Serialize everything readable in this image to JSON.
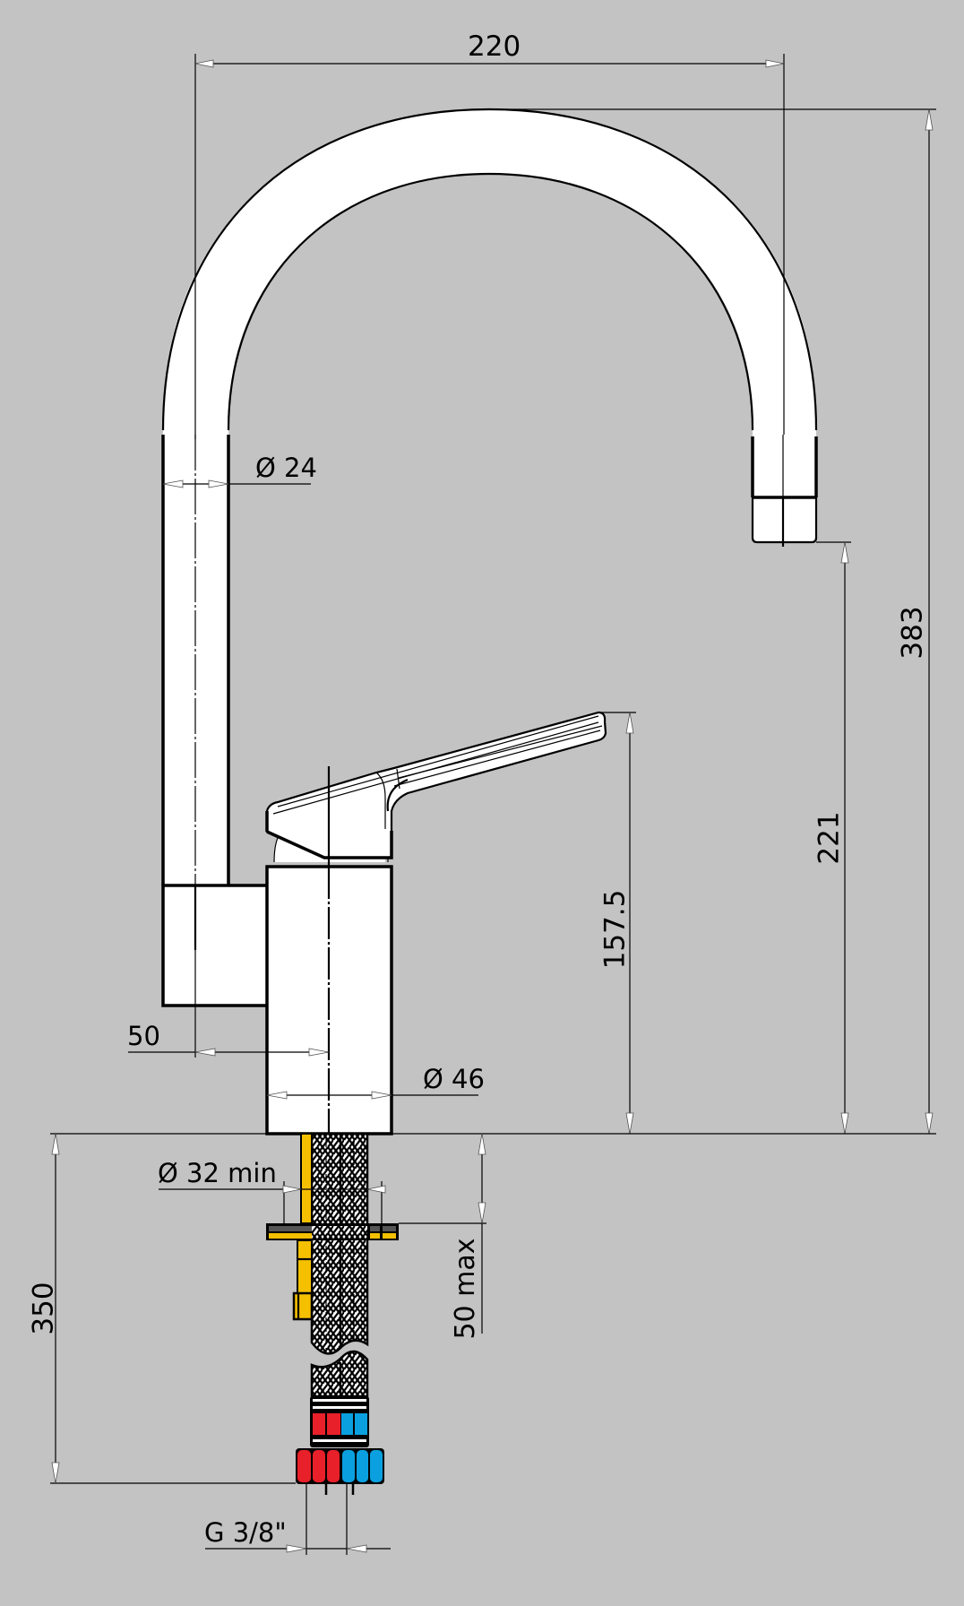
{
  "drawing": {
    "title": "Kitchen mixer tap – dimensional drawing",
    "background_color": "#c3c3c3",
    "line_color": "#000000",
    "body_fill": "#ffffff",
    "hot_color": "#e8202a",
    "cold_color": "#0aa0e0",
    "mounting_rod_color": "#f5c000",
    "washer_dark_color": "#555555"
  },
  "dimensions": {
    "spout_reach": "220",
    "pipe_diameter": "Ø 24",
    "total_height": "383",
    "spout_outlet_height": "221",
    "handle_height": "157.5",
    "spout_offset": "50",
    "body_diameter": "Ø 46",
    "mounting_hole": "Ø 32  min",
    "counter_thickness": "50 max",
    "hose_length": "350",
    "connection_thread": "G  3/8\""
  },
  "parts": [
    {
      "name": "swivel spout",
      "shape": "U-tube"
    },
    {
      "name": "mixer body",
      "shape": "cylinder"
    },
    {
      "name": "lever handle",
      "shape": "single lever"
    },
    {
      "name": "spout base block",
      "shape": "rectangle"
    },
    {
      "name": "mounting rod",
      "color": "yellow"
    },
    {
      "name": "fixing washer",
      "colors": [
        "dark gray",
        "yellow"
      ]
    },
    {
      "name": "braided supply hoses",
      "count": 2
    },
    {
      "name": "hot connector",
      "color": "red"
    },
    {
      "name": "cold connector",
      "color": "blue"
    }
  ]
}
